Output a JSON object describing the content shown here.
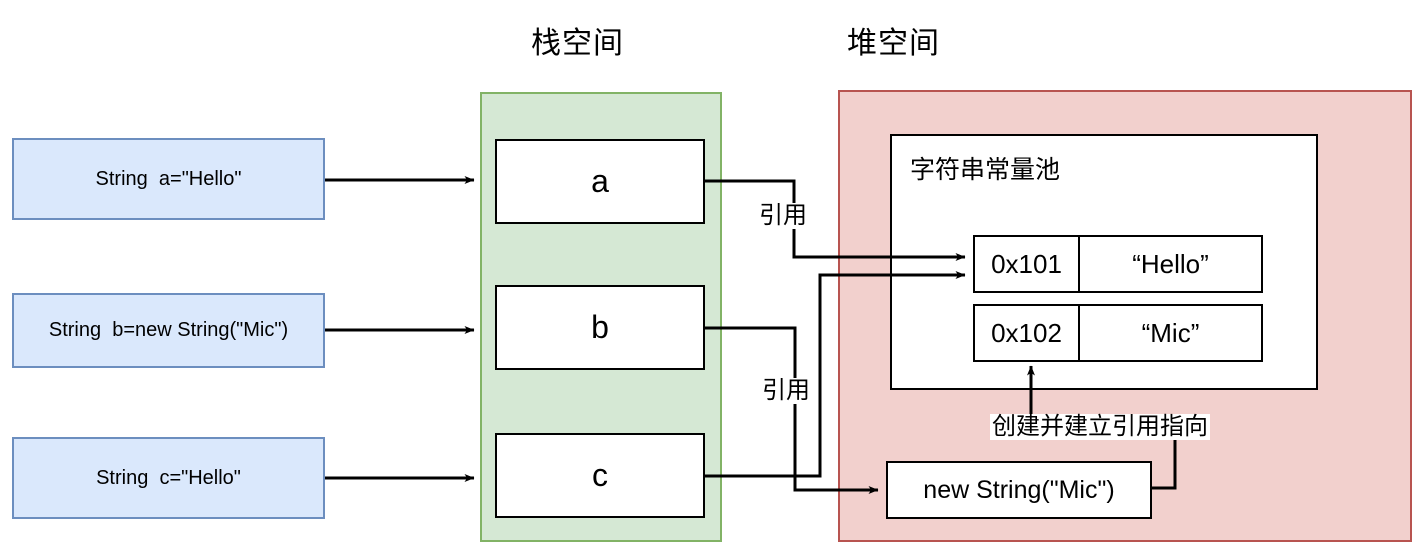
{
  "diagram": {
    "title_stack": "栈空间",
    "title_heap": "堆空间",
    "statements": [
      {
        "id": "a",
        "code": "String  a=\"Hello\""
      },
      {
        "id": "b",
        "code": "String  b=new String(\"Mic\")"
      },
      {
        "id": "c",
        "code": "String  c=\"Hello\""
      }
    ],
    "stack_vars": [
      {
        "name": "a"
      },
      {
        "name": "b"
      },
      {
        "name": "c"
      }
    ],
    "heap": {
      "pool_title": "字符串常量池",
      "pool_rows": [
        {
          "address": "0x101",
          "value": "“Hello”"
        },
        {
          "address": "0x102",
          "value": "“Mic”"
        }
      ],
      "object_label": "new String(\"Mic\")"
    },
    "edge_labels": {
      "ref_a": "引用",
      "ref_b": "引用",
      "create_ref": "创建并建立引用指向"
    },
    "colors": {
      "statement_fill": "#dae8fc",
      "statement_stroke": "#6c8ebf",
      "stack_fill": "#d5e8d4",
      "stack_stroke": "#82b366",
      "heap_fill": "#f2d0cd",
      "heap_stroke": "#b85450",
      "box_fill": "#ffffff",
      "box_stroke": "#000000",
      "text": "#000000"
    }
  }
}
